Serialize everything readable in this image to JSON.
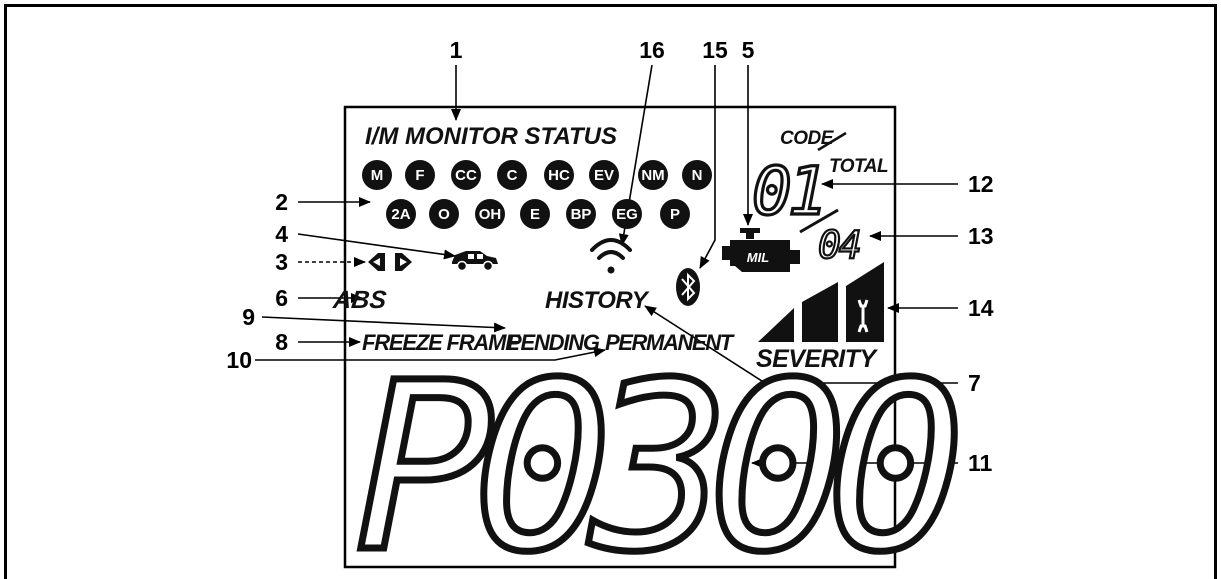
{
  "callouts": [
    "1",
    "16",
    "15",
    "5",
    "2",
    "4",
    "3",
    "6",
    "9",
    "8",
    "10",
    "12",
    "13",
    "14",
    "7",
    "11"
  ],
  "lcd": {
    "monitor_title": "I/M MONITOR STATUS",
    "monitor_row1": [
      "M",
      "F",
      "CC",
      "C",
      "HC",
      "EV",
      "NM",
      "N"
    ],
    "monitor_row2": [
      "2A",
      "O",
      "OH",
      "E",
      "BP",
      "EG",
      "P"
    ],
    "abs": "ABS",
    "history": "HISTORY",
    "freeze_frame": "FREEZE FRAME",
    "pending": "PENDING",
    "permanent": "PERMANENT",
    "code_label": "CODE",
    "total_label": "TOTAL",
    "code_number": "01",
    "total_number": "04",
    "mil": "MIL",
    "severity": "SEVERITY",
    "dtc": "P0300"
  }
}
